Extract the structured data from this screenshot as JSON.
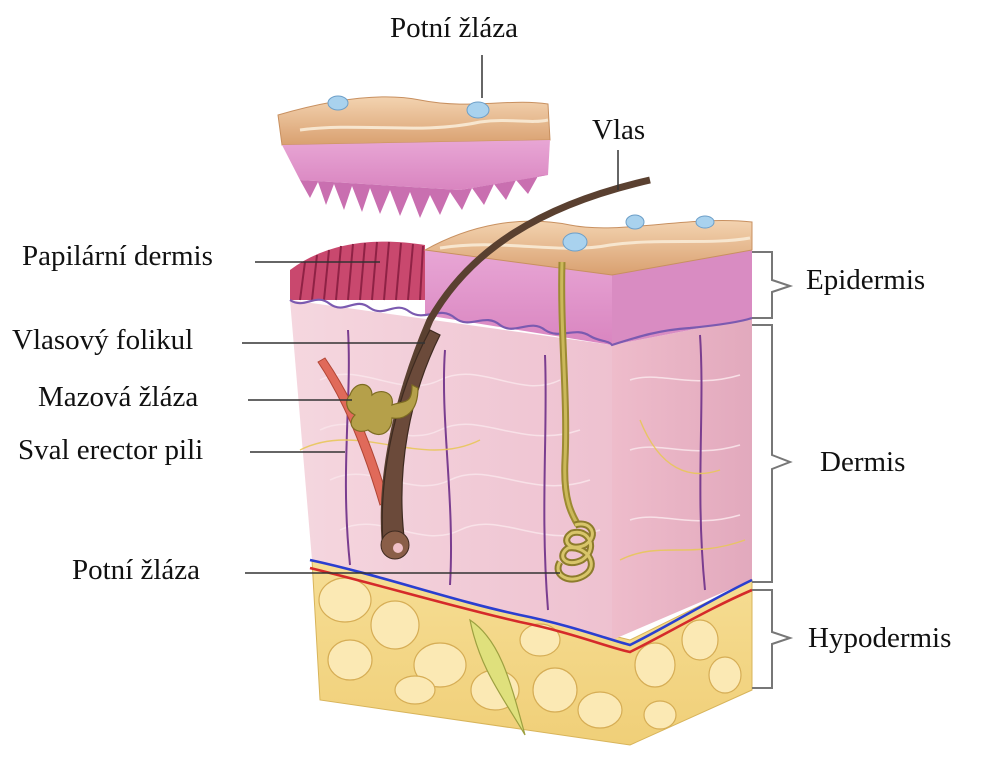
{
  "labels": {
    "top_sweat_gland": "Potní žláza",
    "hair": "Vlas",
    "papillary_dermis": "Papilární dermis",
    "hair_follicle": "Vlasový folikul",
    "sebaceous_gland": "Mazová žláza",
    "arrector_pili": "Sval erector pili",
    "sweat_gland": "Potní žláza",
    "epidermis": "Epidermis",
    "dermis": "Dermis",
    "hypodermis": "Hypodermis"
  },
  "colors": {
    "surface": "#e8b98a",
    "epidermis": "#e59bd0",
    "dermis": "#f3cfdc",
    "hypodermis": "#f4d98c",
    "fat_cell": "#f9e6a8",
    "hair": "#5a4030",
    "gland": "#b5a04a",
    "muscle": "#e06a5a",
    "artery": "#d52a2a",
    "vein": "#2a3fd0"
  }
}
